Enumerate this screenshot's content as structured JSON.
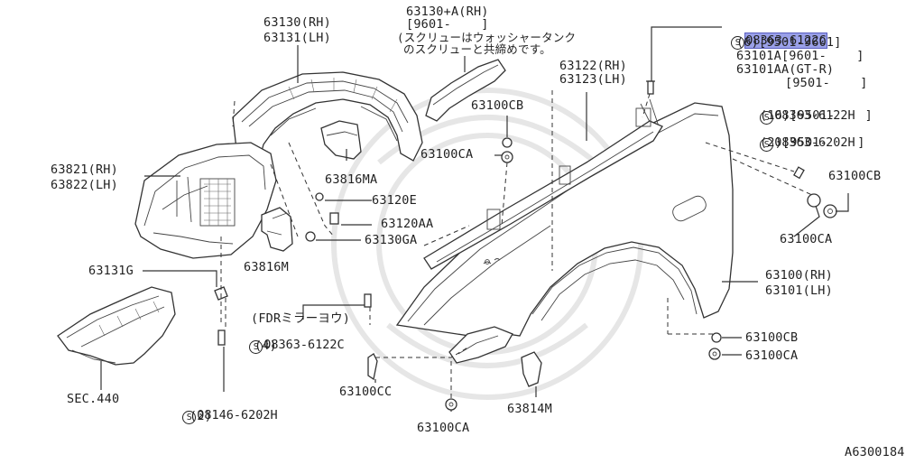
{
  "diagram": {
    "figure_id": "A6300184",
    "labels": {
      "fender_liner_rh": "63130(RH)",
      "fender_liner_lh": "63131(LH)",
      "protector_a_rh": "63130+A(RH)",
      "protector_a_date": "[9601-    ]",
      "protector_note_1": "(スクリューはウォッシャータンク",
      "protector_note_2": "のスクリューと共締めです。",
      "top_bolt": "08363-6122C",
      "top_bolt_qty": "(6)[9501-9601]",
      "fender_a": "63101A[9601-    ]",
      "fender_aa": "63101AA(GT-R)",
      "fender_aa_date": "[9501-    ]",
      "bolt_b": "08363-6122H",
      "bolt_b_qty": "(16)[9501-    ]",
      "bolt_c": "08363-6202H",
      "bolt_c_qty": "(2)[9501-    ]",
      "clip_cb_right": "63100CB",
      "clip_ca_right": "63100CA",
      "rail_rh": "63122(RH)",
      "rail_lh": "63123(LH)",
      "clip_cb_top": "63100CB",
      "clip_ca_top": "63100CA",
      "liner_front_rh": "63821(RH)",
      "liner_front_lh": "63822(LH)",
      "seal_ma": "63816MA",
      "clip_e": "63120E",
      "clip_aa": "63120AA",
      "clip_ga": "63130GA",
      "seal_m": "63816M",
      "grommet_g": "63131G",
      "mirror_note": "(FDRミラーヨウ)",
      "bolt_mirror": "08363-6122C",
      "bolt_mirror_qty": "(4)",
      "fender_rh": "63100(RH)",
      "fender_lh": "63101(LH)",
      "clip_cb_bottom": "63100CB",
      "clip_ca_bottom": "63100CA",
      "sec": "SEC.440",
      "bolt_bottom": "08146-6202H",
      "bolt_bottom_qty": "(2)",
      "clip_cc": "63100CC",
      "clip_ca_lower": "63100CA",
      "bracket": "63814M"
    }
  }
}
